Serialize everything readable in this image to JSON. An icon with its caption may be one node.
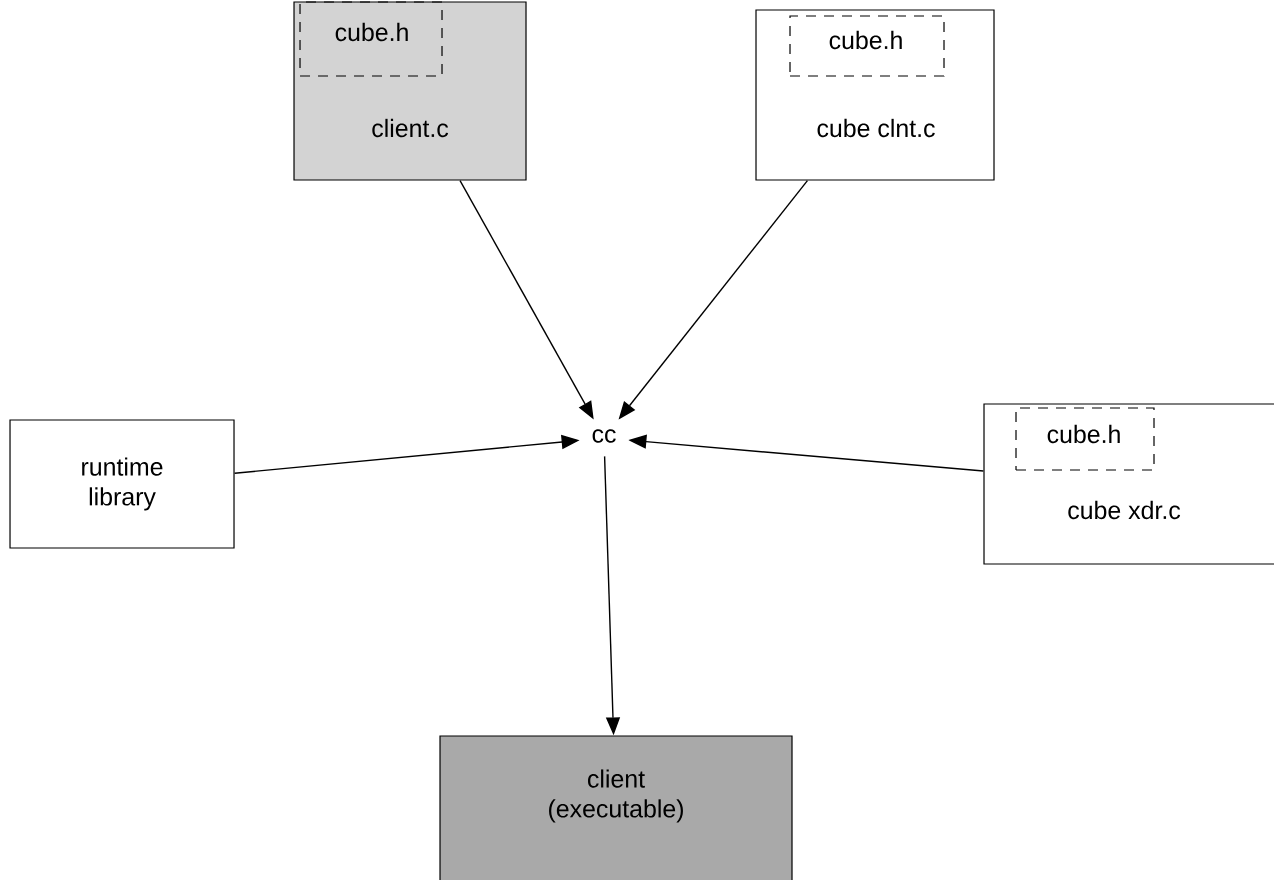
{
  "diagram": {
    "nodes": [
      {
        "text": [
          "client.c"
        ]
      },
      {
        "text": [
          "cube.h"
        ],
        "in": 0
      },
      {
        "text": [
          "cube clnt.c"
        ]
      },
      {
        "text": [
          "cube.h"
        ],
        "in": 2
      },
      {
        "text": [
          "runtime library"
        ]
      },
      {
        "text": [
          "cc"
        ]
      },
      {
        "text": [
          "cube xdr.c"
        ]
      },
      {
        "text": [
          "cube.h"
        ],
        "in": 6
      },
      {
        "text": [
          "client (executable)"
        ]
      }
    ],
    "edges": [
      {
        "from": 0,
        "to": 5,
        "arrow": "to"
      },
      {
        "from": 2,
        "to": 5,
        "arrow": "to"
      },
      {
        "from": 4,
        "to": 5,
        "arrow": "to"
      },
      {
        "from": 6,
        "to": 5,
        "arrow": "to"
      },
      {
        "from": 5,
        "to": 8,
        "arrow": "to"
      }
    ]
  }
}
